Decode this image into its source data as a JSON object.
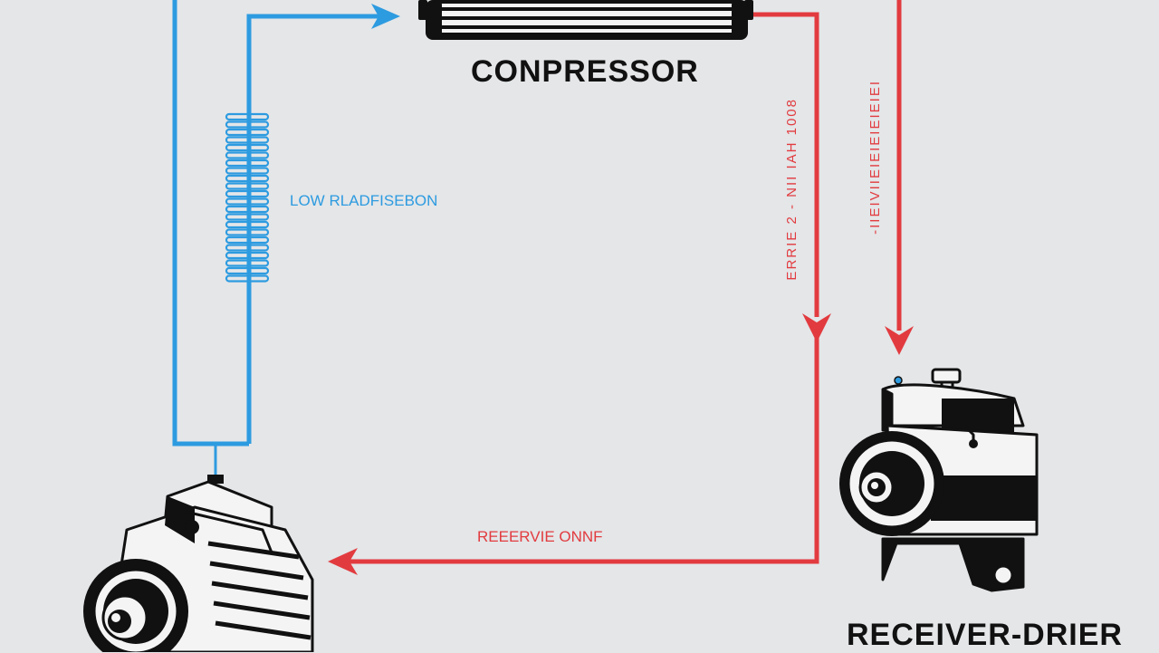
{
  "colors": {
    "background": "#e4e6e8",
    "low_side": "#2d9be0",
    "high_side": "#e23b3f",
    "ink": "#111111"
  },
  "labels": {
    "compressor_title": "CONPRESSOR",
    "receiver_title": "RECEIVER-DRIER",
    "low_side_label": "LOW RLADFISEBON",
    "bottom_flow_label": "REEERVIE ONNF",
    "vertical_label_left": "ERRIE 2 - NII IAH 1008",
    "vertical_label_right": "-IIEIVIIEIEIEIEIEIEI"
  },
  "icons": {
    "top_component": "condenser-icon",
    "bottom_left_component": "compressor-icon",
    "bottom_right_component": "receiver-drier-icon",
    "coil": "evaporator-coil-icon"
  }
}
